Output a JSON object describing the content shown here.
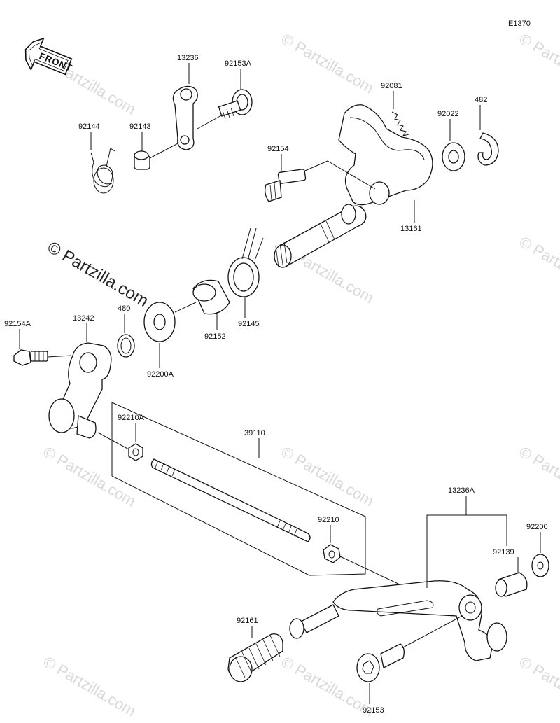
{
  "diagram": {
    "code": "E1370",
    "front_badge": "FRONT",
    "watermark_main": "© Partzilla.com",
    "watermark_faint": "© Partzilla.com",
    "labels": {
      "p13236": "13236",
      "p92153A": "92153A",
      "p92144": "92144",
      "p92143": "92143",
      "p92081": "92081",
      "p482": "482",
      "p92022": "92022",
      "p92154": "92154",
      "p13161": "13161",
      "p480": "480",
      "p92154A": "92154A",
      "p13242": "13242",
      "p92152": "92152",
      "p92145": "92145",
      "p92200A": "92200A",
      "p92210A": "92210A",
      "p39110": "39110",
      "p92210": "92210",
      "p13236A": "13236A",
      "p92139": "92139",
      "p92200": "92200",
      "p92161": "92161",
      "p92153": "92153"
    }
  }
}
